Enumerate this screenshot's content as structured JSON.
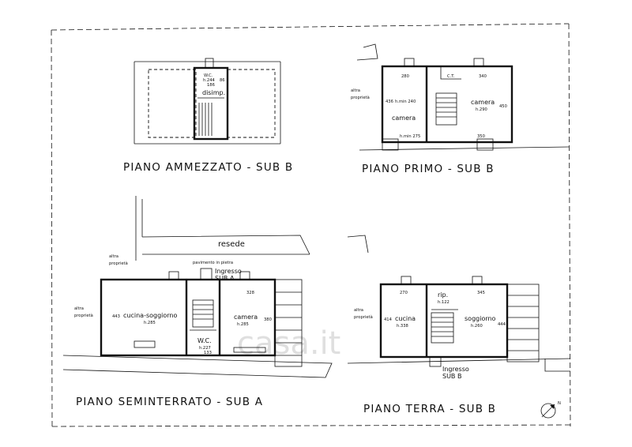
{
  "sheet": {
    "watermark": "casa.it",
    "compass_label": "N"
  },
  "plan_ammezzato": {
    "title": "PIANO AMMEZZATO - SUB B",
    "rooms": {
      "wc": "W.C.",
      "wc_h": "h.244",
      "disimp": "disimp."
    },
    "dims": [
      "86",
      "186"
    ]
  },
  "plan_primo": {
    "title": "PIANO PRIMO - SUB B",
    "neighbor": "altra\nproprietà",
    "rooms": {
      "camera_left": "camera",
      "camera_right": "camera",
      "camera_right_h": "h.290",
      "ct": "C.T."
    },
    "dims": [
      "280",
      "340",
      "436",
      "450",
      "h.min 240",
      "350",
      "h.min 275"
    ]
  },
  "plan_seminterrato": {
    "title": "PIANO SEMINTERRATO - SUB A",
    "resede": "resede",
    "neighbor_top": "altra\nproprietà",
    "neighbor_left": "altra\nproprietà",
    "entrance": "Ingresso\nSUB A",
    "note": "pavimento in pietra",
    "rooms": {
      "cucina": "cucina-soggiorno",
      "cucina_h": "h.285",
      "camera": "camera",
      "camera_h": "h.285",
      "wc": "W.C.",
      "wc_h": "h.227"
    },
    "dims": [
      "328",
      "380",
      "443",
      "133"
    ]
  },
  "plan_terra": {
    "title": "PIANO TERRA - SUB B",
    "neighbor": "altra\nproprietà",
    "entrance": "Ingresso\nSUB B",
    "rooms": {
      "cucina": "cucina",
      "cucina_h": "h.338",
      "rip": "rip.",
      "rip_h": "h.122",
      "soggiorno": "soggiorno",
      "soggiorno_h": "h.260"
    },
    "dims": [
      "270",
      "345",
      "414",
      "444"
    ]
  }
}
